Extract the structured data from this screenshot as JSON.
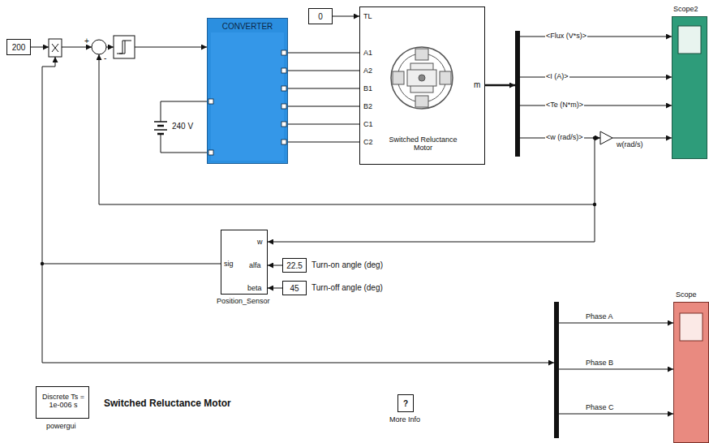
{
  "diagram": {
    "title": "Switched Reluctance Motor",
    "nodes": [
      {
        "text": [
          "200"
        ]
      },
      {
        "text": [
          "CONVERTER"
        ]
      },
      {
        "text": [
          "0"
        ]
      },
      {
        "text": [
          "TL",
          "A1",
          "A2",
          "B1",
          "B2",
          "C1",
          "C2",
          "m",
          "Switched Reluctance Motor"
        ]
      },
      {
        "text": [
          "Scope2"
        ]
      },
      {
        "text": [
          "w",
          "alfa",
          "beta",
          "sig",
          "Position_Sensor"
        ]
      },
      {
        "text": [
          "22.5"
        ]
      },
      {
        "text": [
          "45"
        ]
      },
      {
        "text": [
          "Scope"
        ]
      },
      {
        "text": [
          "Discrete Ts = 1e-006 s",
          "powergui"
        ]
      },
      {
        "text": [
          "?",
          "More Info"
        ]
      }
    ],
    "edges": [
      {
        "from": 2,
        "to": 3,
        "arrow": "to"
      },
      {
        "from": 1,
        "to": 3,
        "arrow": "none"
      },
      {
        "from": 1,
        "to": 3,
        "arrow": "none"
      },
      {
        "from": 1,
        "to": 3,
        "arrow": "none"
      },
      {
        "from": 1,
        "to": 3,
        "arrow": "none"
      },
      {
        "from": 1,
        "to": 3,
        "arrow": "none"
      },
      {
        "from": 1,
        "to": 3,
        "arrow": "none"
      },
      {
        "from": 6,
        "to": 5,
        "arrow": "to"
      },
      {
        "from": 7,
        "to": 5,
        "arrow": "to"
      }
    ],
    "labels": [
      "+",
      "-",
      "240 V",
      "<Flux (V*s)>",
      "<I (A)>",
      "<Te (N*m)>",
      "<w (rad/s)>",
      "w(rad/s)",
      "Turn-on angle (deg)",
      "Turn-off angle (deg)",
      "Phase A",
      "Phase B",
      "Phase C"
    ]
  }
}
